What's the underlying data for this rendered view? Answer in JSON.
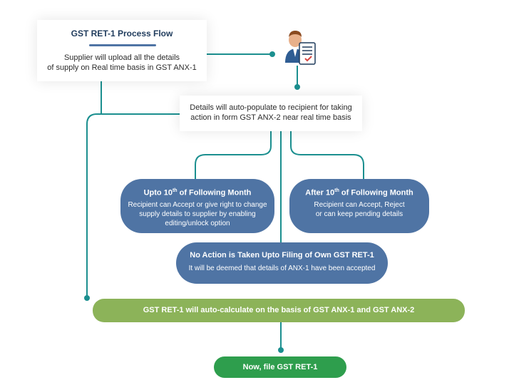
{
  "title": {
    "heading": "GST RET-1 Process Flow",
    "line1": "Supplier will upload all the details",
    "line2": "of supply on Real time basis in GST ANX-1"
  },
  "details": {
    "line1": "Details will auto-populate to recipient for taking",
    "line2": "action in form GST ANX-2 near real time basis"
  },
  "upto": {
    "heading_pre": "Upto 10",
    "heading_sup": "th",
    "heading_post": " of Following Month",
    "line1": "Recipient can Accept or give right to change",
    "line2": "supply details to supplier by enabling",
    "line3": "editing/unlock option"
  },
  "after": {
    "heading_pre": "After 10",
    "heading_sup": "th",
    "heading_post": " of Following Month",
    "line1": "Recipient can Accept, Reject",
    "line2": "or can keep pending details"
  },
  "no_action": {
    "heading": "No Action is Taken Upto Filing of Own GST RET-1",
    "line1": "It will be deemed that details of ANX-1 have been accepted"
  },
  "auto_calc": {
    "label": "GST RET-1 will auto-calculate on the basis of GST ANX-1 and GST ANX-2"
  },
  "final": {
    "label": "Now, file GST RET-1"
  },
  "colors": {
    "blue": "#4f74a4",
    "teal": "#1b8f8f",
    "green": "#8cb359",
    "dark_green": "#2e9e4d"
  },
  "icons": {
    "person": "person-with-document-icon"
  }
}
